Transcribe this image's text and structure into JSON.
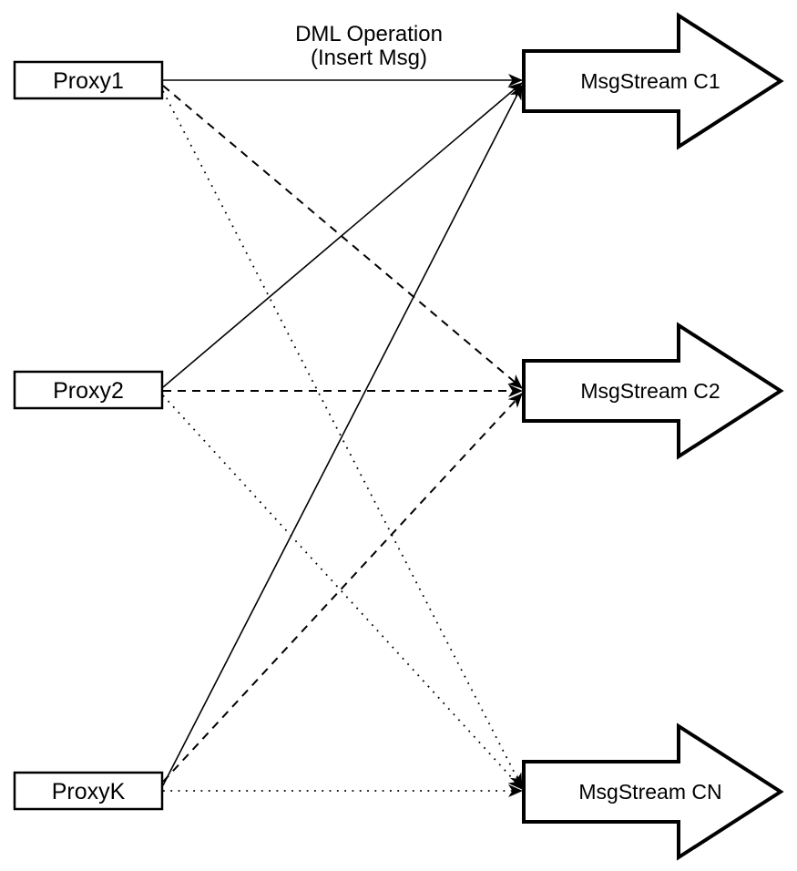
{
  "diagram": {
    "annotation": {
      "line1": "DML Operation",
      "line2": "(Insert Msg)"
    },
    "proxies": [
      {
        "id": "proxy1",
        "label": "Proxy1"
      },
      {
        "id": "proxy2",
        "label": "Proxy2"
      },
      {
        "id": "proxyk",
        "label": "ProxyK"
      }
    ],
    "streams": [
      {
        "id": "c1",
        "label": "MsgStream C1"
      },
      {
        "id": "c2",
        "label": "MsgStream C2"
      },
      {
        "id": "cn",
        "label": "MsgStream CN"
      }
    ],
    "edges": [
      {
        "from": "Proxy1",
        "to": "MsgStream C1",
        "style": "solid"
      },
      {
        "from": "Proxy2",
        "to": "MsgStream C1",
        "style": "solid"
      },
      {
        "from": "ProxyK",
        "to": "MsgStream C1",
        "style": "solid"
      },
      {
        "from": "Proxy1",
        "to": "MsgStream C2",
        "style": "dashed"
      },
      {
        "from": "Proxy2",
        "to": "MsgStream C2",
        "style": "dashed"
      },
      {
        "from": "ProxyK",
        "to": "MsgStream C2",
        "style": "dashed"
      },
      {
        "from": "Proxy1",
        "to": "MsgStream CN",
        "style": "dotted"
      },
      {
        "from": "Proxy2",
        "to": "MsgStream CN",
        "style": "dotted"
      },
      {
        "from": "ProxyK",
        "to": "MsgStream CN",
        "style": "dotted"
      }
    ],
    "colors": {
      "stroke": "#000000",
      "fill": "#ffffff",
      "background": "#ffffff"
    }
  }
}
